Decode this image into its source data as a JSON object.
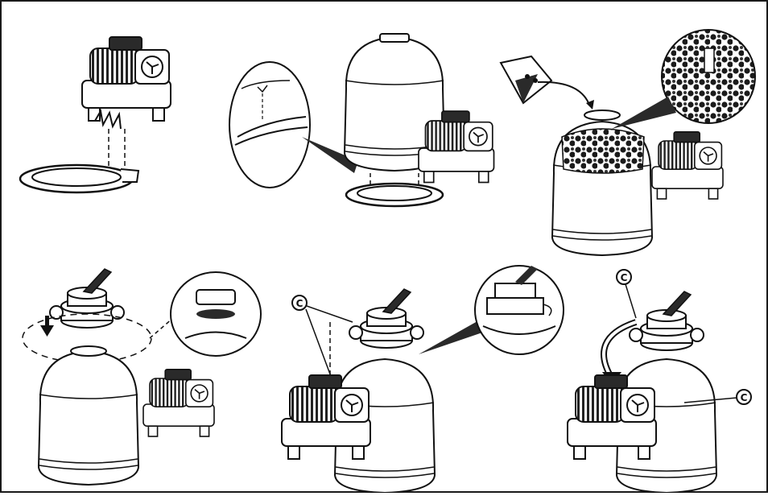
{
  "page": {
    "frame_color": "#1a1a1a",
    "stroke_color": "#111111",
    "fill_light": "#ffffff",
    "fill_mid": "#d9d9d9",
    "fill_dark": "#2a2a2a"
  },
  "steps": [
    {
      "id": "step-1",
      "description_icon": "pump-and-base-ring-icon"
    },
    {
      "id": "step-2",
      "description_icon": "tank-on-base-ring-icon"
    },
    {
      "id": "step-3",
      "description_icon": "filter-media-fill-icon"
    },
    {
      "id": "step-4",
      "description_icon": "valve-lowered-onto-tank-icon"
    },
    {
      "id": "step-5",
      "description_icon": "valve-clamp-tighten-icon"
    },
    {
      "id": "step-6",
      "description_icon": "hose-connection-icon"
    }
  ],
  "labels": {
    "c1": "C",
    "c2": "C",
    "c3": "C"
  }
}
